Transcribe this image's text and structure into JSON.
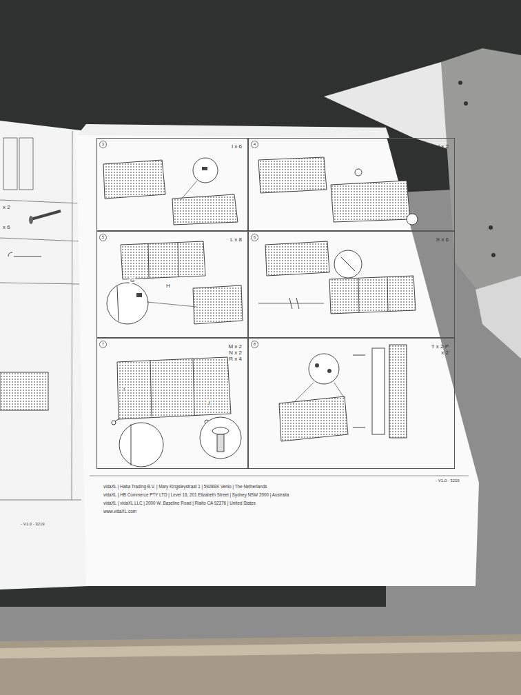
{
  "diagram": {
    "nodes": [
      {
        "text": [
          "3",
          "I x 6"
        ]
      },
      {
        "text": [
          "4",
          "I x 2"
        ]
      },
      {
        "text": [
          "5",
          "L x 8"
        ]
      },
      {
        "text": [
          "6",
          "S x 6"
        ]
      },
      {
        "text": [
          "7",
          "M x 2 N x 2 R x 4"
        ]
      },
      {
        "text": [
          "8",
          "T x 2 P x 2"
        ]
      }
    ],
    "labels": [
      "G",
      "H",
      "I",
      "J",
      "x 2",
      "x 6",
      "- V1.0 - 3219",
      "- V1.0 - 3219",
      "vidaXL | Haba Trading B.V. | Mary Kingsleystraat 1 | 5928SK Venlo | The Netherlands",
      "vidaXL | HB Commerce PTY LTD | Level 16, 201 Elizabeth Street | Sydney NSW 2000 | Australia",
      "vidaXL | vidaXL LLC | 2000 W. Baseline Road | Rialto CA 92376 | United States",
      "www.vidaXL.com"
    ]
  }
}
